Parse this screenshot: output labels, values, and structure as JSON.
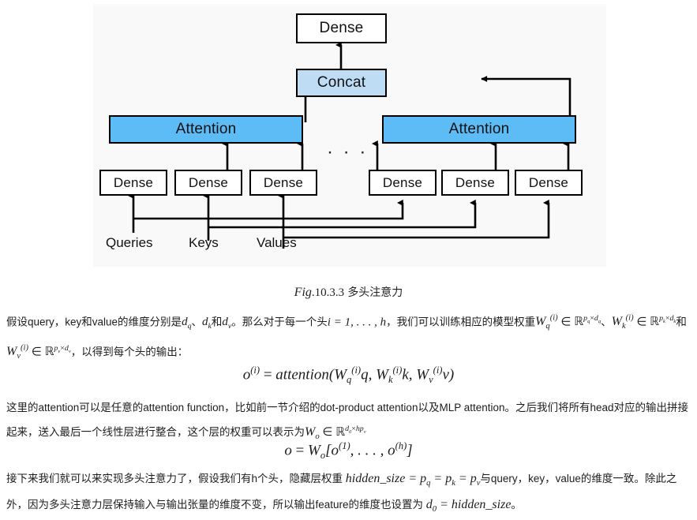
{
  "figure": {
    "background_color": "#f9f9f9",
    "colors": {
      "attention_fill": "#5dbbf5",
      "concat_fill": "#bfdcf5",
      "dense_fill": "#ffffff",
      "stroke": "#000000"
    },
    "nodes": {
      "dense_top": "Dense",
      "concat": "Concat",
      "attention_left": "Attention",
      "attention_right": "Attention",
      "dense_q_left": "Dense",
      "dense_k_left": "Dense",
      "dense_v_left": "Dense",
      "dense_q_right": "Dense",
      "dense_k_right": "Dense",
      "dense_v_right": "Dense"
    },
    "inputs": {
      "queries": "Queries",
      "keys": "Keys",
      "values": "Values"
    },
    "ellipsis": "· · ·"
  },
  "caption": {
    "fig_word": "Fig",
    "number": ".10.3.3",
    "title": "多头注意力"
  },
  "paragraphs": {
    "p1_a": "假设query，key和value的维度分别是",
    "p1_b": "、",
    "p1_c": "和",
    "p1_d": "。那么对于每一个头",
    "p1_e": "，我们可以训练相应的模型权重",
    "p1_f": "、",
    "p1_g": "和",
    "p1_h": "，以得到每个头的输出：",
    "p2_a": "这里的attention可以是任意的attention function，比如前一节介绍的dot-product attention以及MLP attention。之后我们将所有head对应的输出拼接起来，送入最后一个线性层进行整合，这个层的权重可以表示为",
    "p2_b": "",
    "p3_a": "接下来我们就可以来实现多头注意力了，假设我们有h个头，隐藏层权重",
    "p3_b": "与query，key，value的维度一致。除此之外，因为多头注意力层保持输入与输出张量的维度不变，所以输出feature的维度也设置为",
    "p3_c": "。"
  },
  "math": {
    "d_q": "d",
    "d_q_sub": "q",
    "d_k": "d",
    "d_k_sub": "k",
    "d_v": "d",
    "d_v_sub": "v",
    "head_range": "i = 1, . . . , h",
    "W_q": "W",
    "W_q_sub": "q",
    "W_sup": "(i)",
    "W_k": "W",
    "W_k_sub": "k",
    "W_v": "W",
    "W_v_sub": "v",
    "dim_q": "p",
    "dim_q_sub": "q",
    "dim_q_times": "×",
    "dim_q_d": "d",
    "dim_q_d_sub": "q",
    "dim_k": "p",
    "dim_k_sub": "k",
    "dim_k_d": "d",
    "dim_k_d_sub": "k",
    "dim_v": "p",
    "dim_v_sub": "v",
    "dim_v_d": "d",
    "dim_v_d_sub": "v",
    "W_o": "W",
    "W_o_sub": "o",
    "dim_o": "d",
    "dim_o_sub": "0",
    "dim_o_h": "hp",
    "dim_o_h_sub": "v",
    "hidden_size_eq": "hidden_size = p",
    "hidden_q_sub": "q",
    "hidden_mid": " = p",
    "hidden_k_sub": "k",
    "hidden_end": " = p",
    "hidden_v_sub": "v",
    "d0_eq": "d",
    "d0_sub": "0",
    "d0_rest": " = hidden_size"
  },
  "equations": {
    "eq1": {
      "lhs": "o",
      "lhs_sup": "(i)",
      "rel": " = ",
      "fn": "attention(",
      "a1": "W",
      "a1_sub": "q",
      "a1_sup": "(i)",
      "a1_arg": "q, ",
      "a2": "W",
      "a2_sub": "k",
      "a2_sup": "(i)",
      "a2_arg": "k, ",
      "a3": "W",
      "a3_sub": "v",
      "a3_sup": "(i)",
      "a3_arg": "v)"
    },
    "eq2": {
      "lhs": "o",
      "rel": " = ",
      "W": "W",
      "W_sub": "o",
      "open": "[o",
      "sup1": "(1)",
      "mid": ", . . . , o",
      "sup2": "(h)",
      "close": "]"
    }
  }
}
